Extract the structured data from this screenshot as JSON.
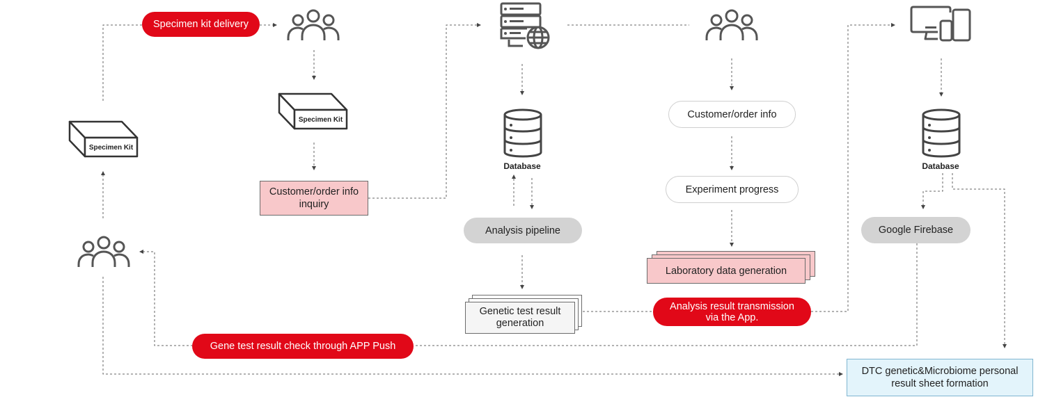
{
  "labels": {
    "specimen_kit_delivery": "Specimen kit delivery",
    "specimen_kit": "Specimen Kit",
    "customer_order_inquiry_line1": "Customer/order info",
    "customer_order_inquiry_line2": "inquiry",
    "database": "Database",
    "analysis_pipeline": "Analysis pipeline",
    "genetic_test_result_line1": "Genetic test result",
    "genetic_test_result_line2": "generation",
    "customer_order_info": "Customer/order info",
    "experiment_progress": "Experiment progress",
    "laboratory_data_generation": "Laboratory data generation",
    "analysis_result_transmission_line1": "Analysis result transmission",
    "analysis_result_transmission_line2": "via the App.",
    "google_firebase": "Google Firebase",
    "gene_test_result_check": "Gene test result check through APP Push",
    "dtc_result_line1": "DTC genetic&Microbiome personal",
    "dtc_result_line2": "result sheet formation"
  },
  "colors": {
    "accent_red": "#e10818",
    "pink_fill": "#f8c8ca",
    "gray_pill": "#d3d3d3",
    "blue_fill": "#e3f4fb",
    "icon_stroke": "#555555"
  },
  "icons": [
    "users-icon",
    "specimen-kit-box-icon",
    "server-globe-icon",
    "database-icon",
    "devices-icon"
  ]
}
